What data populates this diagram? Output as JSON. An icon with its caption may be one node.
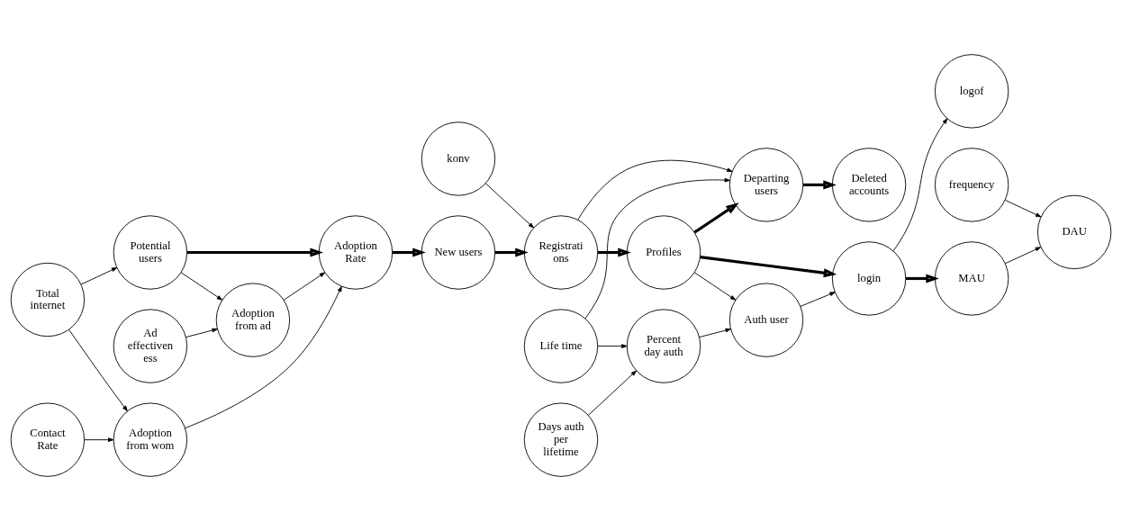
{
  "diagram": {
    "nodes": [
      {
        "text": [
          "konv"
        ]
      },
      {
        "text": [
          "Potential users"
        ]
      },
      {
        "text": [
          "Adoption Rate"
        ]
      },
      {
        "text": [
          "New users"
        ]
      },
      {
        "text": [
          "Registrati ons"
        ]
      },
      {
        "text": [
          "Profiles"
        ]
      },
      {
        "text": [
          "Departing users"
        ]
      },
      {
        "text": [
          "Deleted accounts"
        ]
      },
      {
        "text": [
          "Auth user"
        ]
      },
      {
        "text": [
          "Adoption from ad"
        ]
      },
      {
        "text": [
          "Contact Rate"
        ]
      },
      {
        "text": [
          "Days auth per lifetime"
        ]
      },
      {
        "text": [
          "logof"
        ]
      },
      {
        "text": [
          "Life time"
        ]
      },
      {
        "text": [
          "login"
        ]
      },
      {
        "text": [
          "frequency"
        ]
      },
      {
        "text": [
          "Ad effectiven ess"
        ]
      },
      {
        "text": [
          "Percent day auth"
        ]
      },
      {
        "text": [
          "Total internet"
        ]
      },
      {
        "text": [
          "Adoption from wom"
        ]
      },
      {
        "text": [
          "DAU"
        ]
      },
      {
        "text": [
          "MAU"
        ]
      }
    ],
    "edges": [
      {
        "from": 1,
        "to": 2,
        "arrow": "to",
        "style": "thick"
      },
      {
        "from": 2,
        "to": 3,
        "arrow": "to",
        "style": "thick"
      },
      {
        "from": 3,
        "to": 4,
        "arrow": "to",
        "style": "thick"
      },
      {
        "from": 4,
        "to": 5,
        "arrow": "to",
        "style": "thick"
      },
      {
        "from": 5,
        "to": 6,
        "arrow": "to",
        "style": "thick"
      },
      {
        "from": 6,
        "to": 7,
        "arrow": "to",
        "style": "thick"
      },
      {
        "from": 5,
        "to": 14,
        "arrow": "to",
        "style": "thick"
      },
      {
        "from": 14,
        "to": 21,
        "arrow": "to",
        "style": "thick"
      },
      {
        "from": 0,
        "to": 4,
        "arrow": "to"
      },
      {
        "from": 4,
        "to": 6,
        "arrow": "to"
      },
      {
        "from": 1,
        "to": 9,
        "arrow": "to"
      },
      {
        "from": 9,
        "to": 2,
        "arrow": "to"
      },
      {
        "from": 16,
        "to": 9,
        "arrow": "to"
      },
      {
        "from": 18,
        "to": 1,
        "arrow": "to"
      },
      {
        "from": 18,
        "to": 19,
        "arrow": "to"
      },
      {
        "from": 19,
        "to": 2,
        "arrow": "to"
      },
      {
        "from": 10,
        "to": 19,
        "arrow": "to"
      },
      {
        "from": 5,
        "to": 8,
        "arrow": "to"
      },
      {
        "from": 11,
        "to": 17,
        "arrow": "to"
      },
      {
        "from": 17,
        "to": 8,
        "arrow": "to"
      },
      {
        "from": 8,
        "to": 14,
        "arrow": "to"
      },
      {
        "from": 14,
        "to": 12,
        "arrow": "to"
      },
      {
        "from": 13,
        "to": 6,
        "arrow": "to"
      },
      {
        "from": 13,
        "to": 17,
        "arrow": "to"
      },
      {
        "from": 15,
        "to": 20,
        "arrow": "to"
      },
      {
        "from": 21,
        "to": 20,
        "arrow": "to"
      }
    ]
  }
}
